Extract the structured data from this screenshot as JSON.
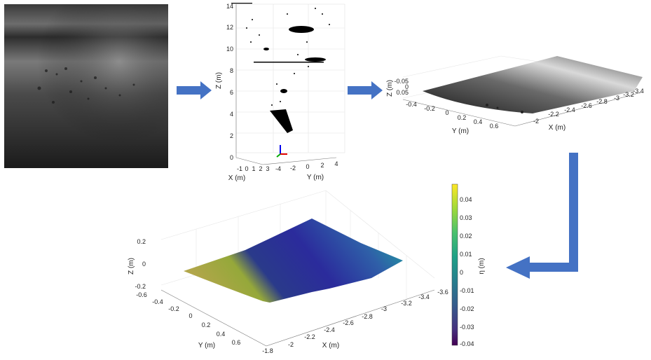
{
  "photo": {
    "kind": "grayscale-camera-image"
  },
  "pointcloud": {
    "z_label": "Z (m)",
    "x_label": "X (m)",
    "y_label": "Y (m)",
    "z_ticks": [
      "0",
      "2",
      "4",
      "6",
      "8",
      "10",
      "12",
      "14"
    ],
    "x_ticks": [
      "-1",
      "0",
      "1",
      "2",
      "3"
    ],
    "y_ticks": [
      "-4",
      "-2",
      "0",
      "2",
      "4"
    ]
  },
  "surface_gray": {
    "z_label": "Z (m)",
    "x_label": "X (m)",
    "y_label": "Y (m)",
    "z_ticks": [
      "-0.05",
      "0",
      "0.05"
    ],
    "y_ticks": [
      "-0.4",
      "-0.2",
      "0",
      "0.2",
      "0.4",
      "0.6"
    ],
    "x_ticks": [
      "-2",
      "-2.2",
      "-2.4",
      "-2.6",
      "-2.8",
      "-3",
      "-3.2",
      "-3.4"
    ]
  },
  "surface_color": {
    "z_label": "Z (m)",
    "x_label": "X (m)",
    "y_label": "Y (m)",
    "z_ticks": [
      "0.2",
      "0",
      "-0.2"
    ],
    "y_ticks": [
      "-0.6",
      "-0.4",
      "-0.2",
      "0",
      "0.2",
      "0.4",
      "0.6"
    ],
    "x_ticks": [
      "-1.8",
      "-2",
      "-2.2",
      "-2.4",
      "-2.6",
      "-2.8",
      "-3",
      "-3.2",
      "-3.4",
      "-3.6"
    ]
  },
  "colorbar": {
    "label": "η (m)",
    "ticks": [
      "0.04",
      "0.03",
      "0.02",
      "0.01",
      "0",
      "-0.01",
      "-0.02",
      "-0.03",
      "-0.04"
    ],
    "colors": [
      "#fde725",
      "#a0da39",
      "#4ac16d",
      "#1fa187",
      "#277f8e",
      "#365c8d",
      "#46327e",
      "#440154"
    ]
  },
  "arrows": {
    "color": "#4472c4"
  }
}
